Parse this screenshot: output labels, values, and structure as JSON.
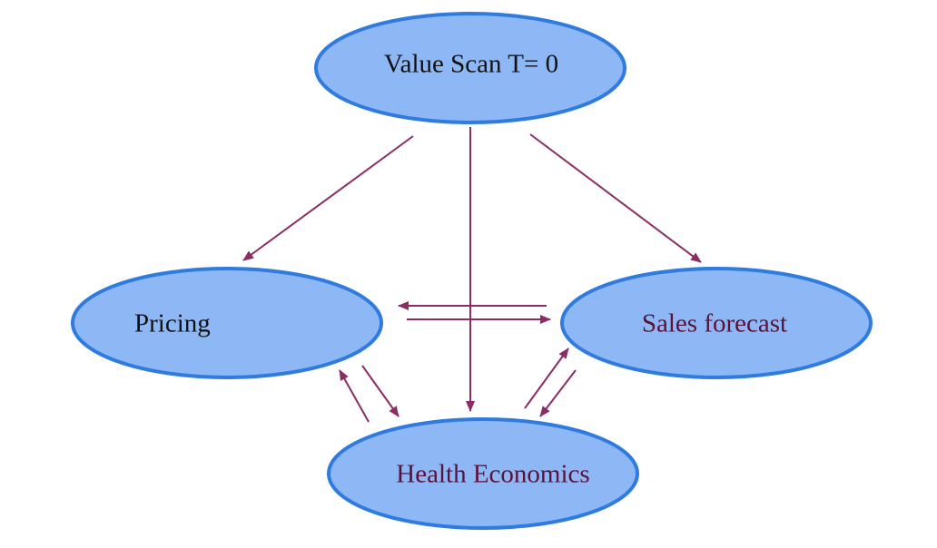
{
  "colors": {
    "node_fill": "#8db8f5",
    "node_stroke": "#2f7be0",
    "arrow": "#8b2d64",
    "label_dark": "#111111",
    "label_maroon": "#5a1238"
  },
  "nodes": {
    "value_scan": {
      "label": "Value Scan  T= 0"
    },
    "pricing": {
      "label": "Pricing"
    },
    "sales_forecast": {
      "label": "Sales forecast"
    },
    "health_economics": {
      "label": "Health Economics"
    }
  },
  "edges": [
    {
      "from": "value_scan",
      "to": "pricing"
    },
    {
      "from": "value_scan",
      "to": "health_economics"
    },
    {
      "from": "value_scan",
      "to": "sales_forecast"
    },
    {
      "from": "sales_forecast",
      "to": "pricing"
    },
    {
      "from": "pricing",
      "to": "sales_forecast"
    },
    {
      "from": "pricing",
      "to": "health_economics"
    },
    {
      "from": "health_economics",
      "to": "pricing"
    },
    {
      "from": "health_economics",
      "to": "sales_forecast"
    },
    {
      "from": "sales_forecast",
      "to": "health_economics"
    }
  ]
}
